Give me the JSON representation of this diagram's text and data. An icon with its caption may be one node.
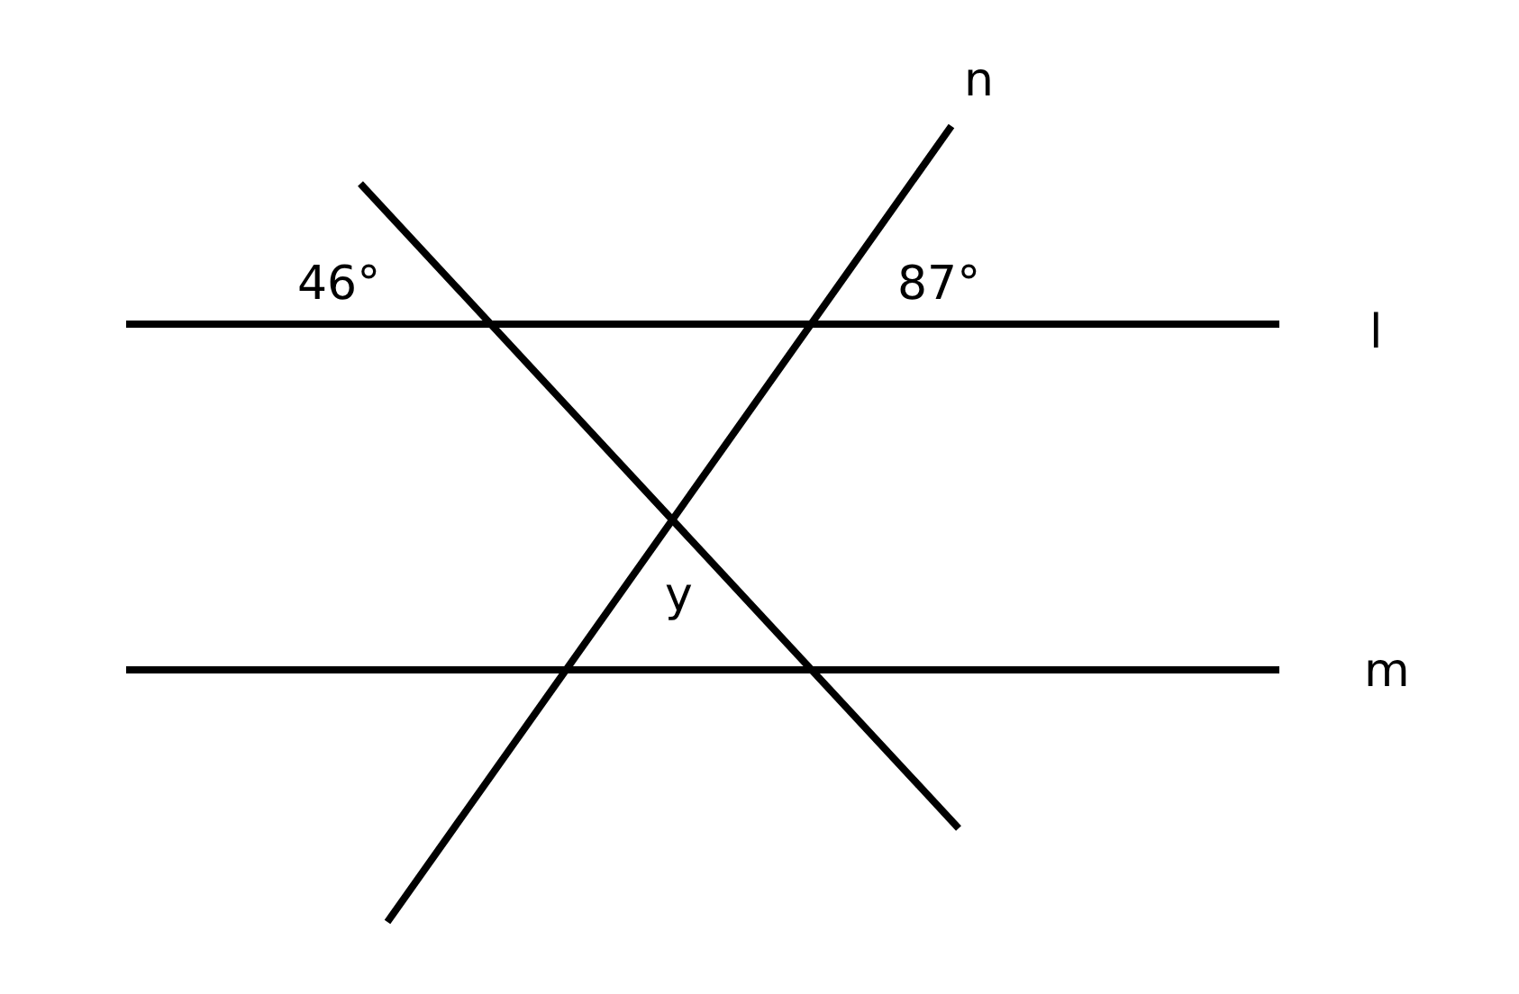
{
  "diagram": {
    "labels": [
      "n",
      "46°",
      "87°",
      "l",
      "y",
      "m"
    ]
  }
}
